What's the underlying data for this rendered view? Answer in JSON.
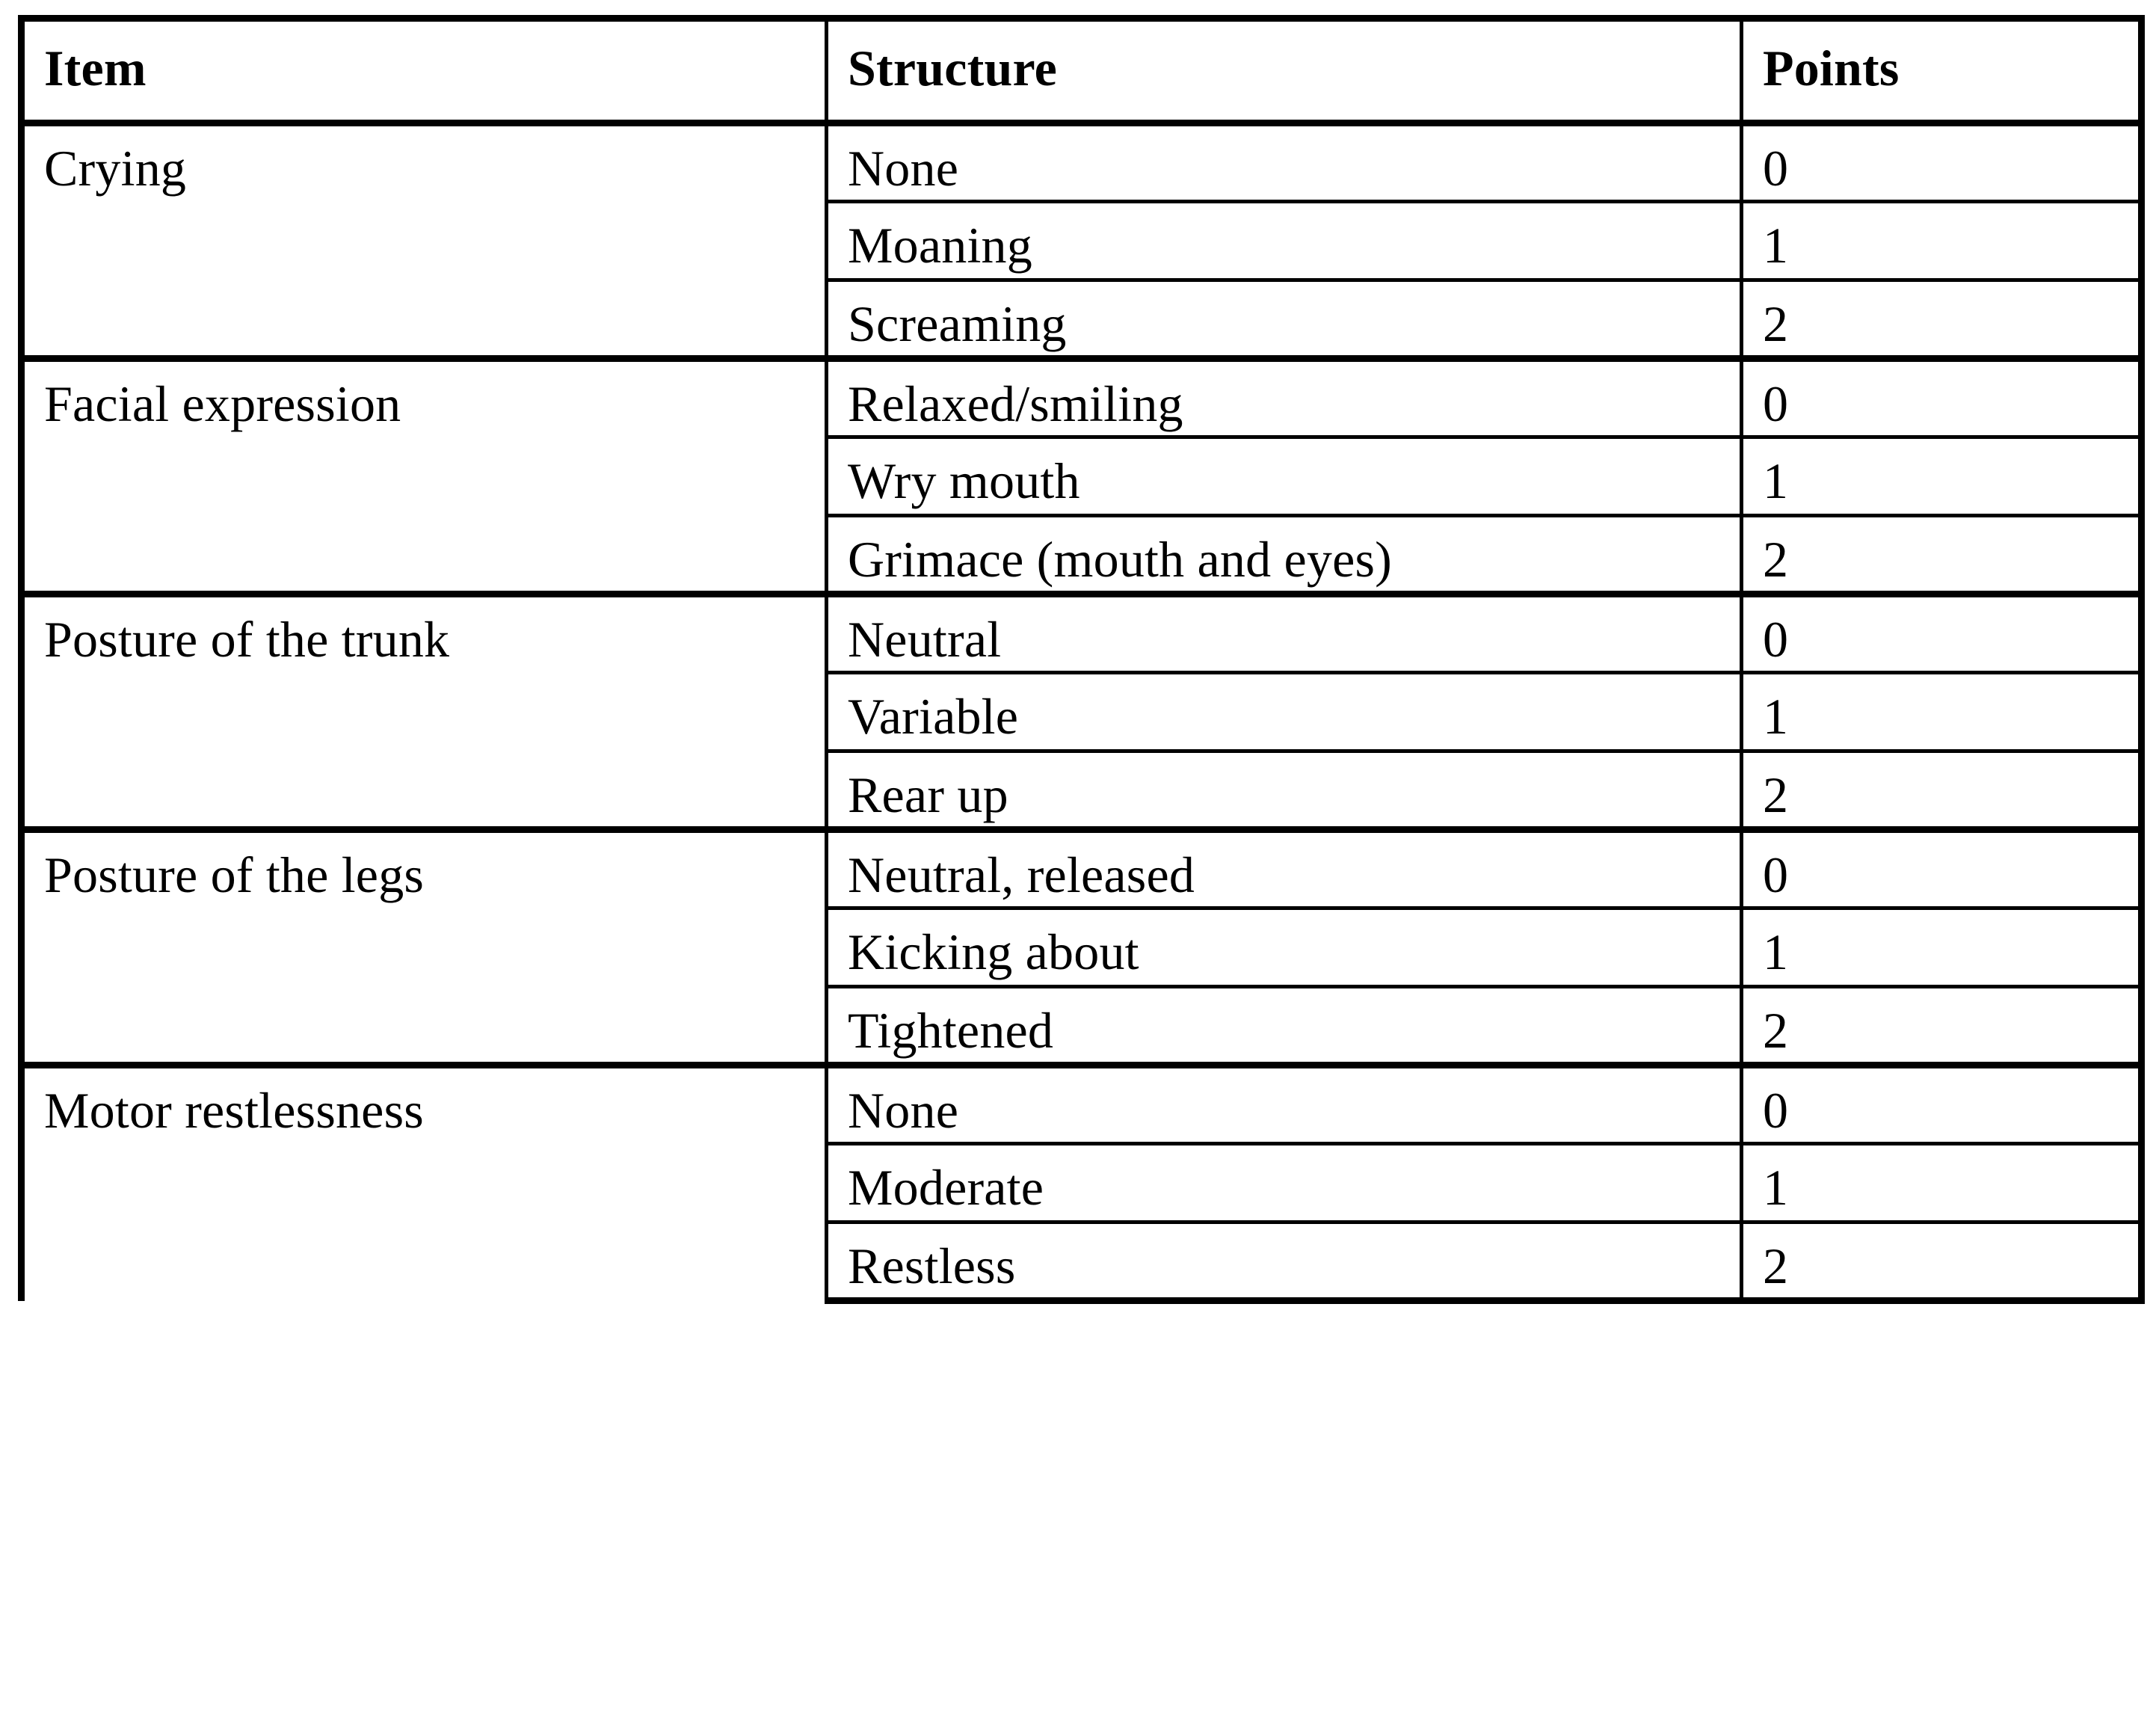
{
  "table": {
    "columns": [
      {
        "key": "item",
        "label": "Item"
      },
      {
        "key": "structure",
        "label": "Structure"
      },
      {
        "key": "points",
        "label": "Points"
      }
    ],
    "groups": [
      {
        "item": "Crying",
        "rows": [
          {
            "structure": "None",
            "points": "0"
          },
          {
            "structure": "Moaning",
            "points": "1"
          },
          {
            "structure": "Screaming",
            "points": "2"
          }
        ]
      },
      {
        "item": "Facial expression",
        "rows": [
          {
            "structure": "Relaxed/smiling",
            "points": "0"
          },
          {
            "structure": "Wry mouth",
            "points": "1"
          },
          {
            "structure": "Grimace (mouth and eyes)",
            "points": "2"
          }
        ]
      },
      {
        "item": "Posture of the trunk",
        "rows": [
          {
            "structure": "Neutral",
            "points": "0"
          },
          {
            "structure": "Variable",
            "points": "1"
          },
          {
            "structure": "Rear up",
            "points": "2"
          }
        ]
      },
      {
        "item": "Posture of the legs",
        "rows": [
          {
            "structure": "Neutral, released",
            "points": "0"
          },
          {
            "structure": "Kicking about",
            "points": "1"
          },
          {
            "structure": "Tightened",
            "points": "2"
          }
        ]
      },
      {
        "item": "Motor restlessness",
        "rows": [
          {
            "structure": "None",
            "points": "0"
          },
          {
            "structure": "Moderate",
            "points": "1"
          },
          {
            "structure": "Restless",
            "points": "2"
          }
        ]
      }
    ]
  },
  "style": {
    "text_color": "#000000",
    "background_color": "#FFFFFF",
    "border_color": "#000000"
  }
}
